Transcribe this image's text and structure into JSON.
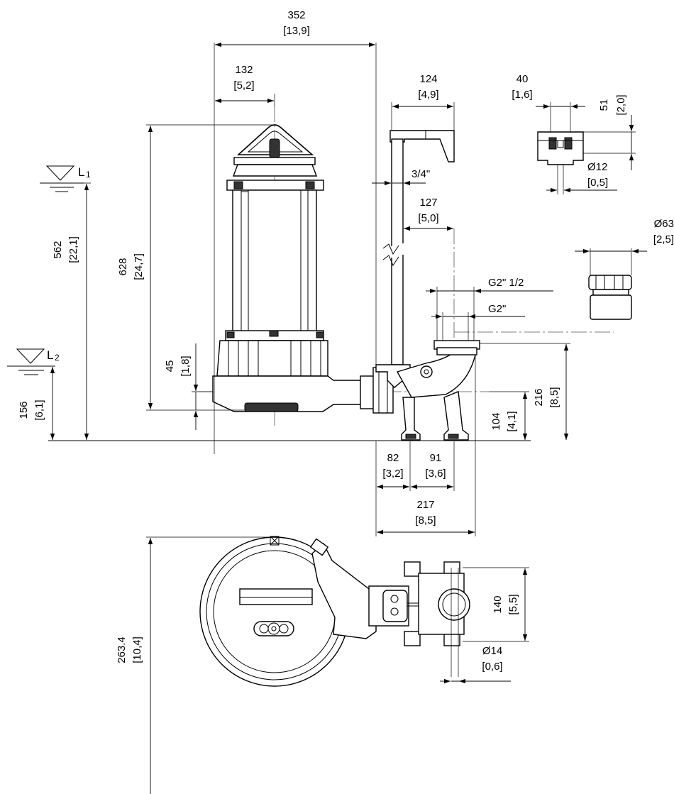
{
  "dimensions": {
    "overall_width": {
      "mm": "352",
      "in": "[13,9]"
    },
    "axis_offset": {
      "mm": "132",
      "in": "[5,2]"
    },
    "guide_bracket": {
      "mm": "124",
      "in": "[4,9]"
    },
    "slot_width": {
      "mm": "40",
      "in": "[1,6]"
    },
    "slot_height": {
      "mm": "51",
      "in": "[2,0]"
    },
    "slot_hole": {
      "mm": "Ø12",
      "in": "[0,5]"
    },
    "guide_pipe": {
      "size": "3/4\""
    },
    "rail_offset": {
      "mm": "127",
      "in": "[5,0]"
    },
    "hose_connector": {
      "mm": "Ø63",
      "in": "[2,5]"
    },
    "thread_large": {
      "size": "G2\" 1/2"
    },
    "thread_small": {
      "size": "G2\""
    },
    "level_L1": {
      "mm": "562",
      "in": "[22,1]"
    },
    "total_height": {
      "mm": "628",
      "in": "[24,7]"
    },
    "inlet_height": {
      "mm": "45",
      "in": "[1,8]"
    },
    "level_L2": {
      "mm": "156",
      "in": "[6,1]"
    },
    "outlet_height": {
      "mm": "216",
      "in": "[8,5]"
    },
    "foot_height": {
      "mm": "104",
      "in": "[4,1]"
    },
    "foot_a": {
      "mm": "82",
      "in": "[3,2]"
    },
    "foot_b": {
      "mm": "91",
      "in": "[3,6]"
    },
    "base_width": {
      "mm": "217",
      "in": "[8,5]"
    },
    "anchor_hole": {
      "mm": "Ø14",
      "in": "[0,6]"
    },
    "top_depth": {
      "mm": "263.4",
      "in": "[10,4]"
    },
    "anchor_spacing": {
      "mm": "140",
      "in": "[5,5]"
    }
  },
  "levels": {
    "L1": {
      "letter": "L",
      "index": "1"
    },
    "L2": {
      "letter": "L",
      "index": "2"
    }
  }
}
